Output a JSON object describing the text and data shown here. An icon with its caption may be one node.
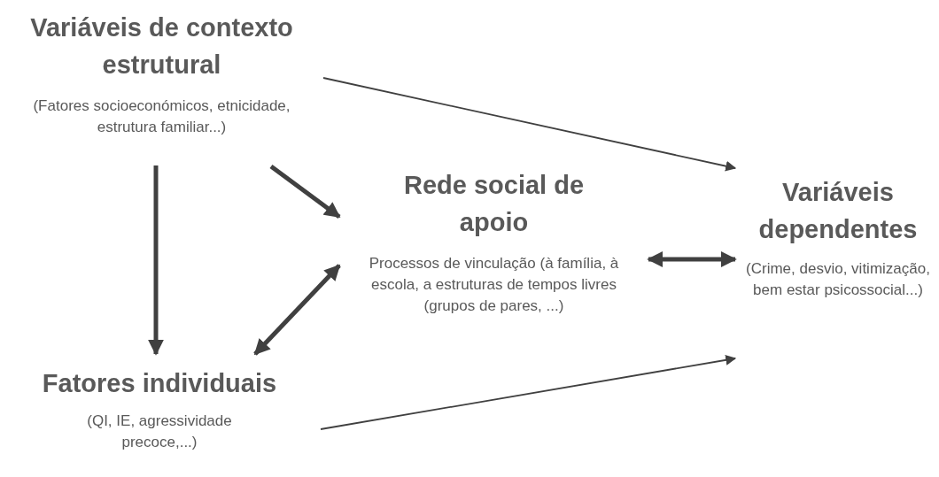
{
  "diagram": {
    "nodes": [
      {
        "text": [
          "Variáveis de contexto estrutural",
          "(Fatores socioeconómicos, etnicidade, estrutura familiar...)"
        ]
      },
      {
        "text": [
          "Rede social de apoio",
          "Processos de vinculação (à família, à escola, a estruturas de tempos livres (grupos de pares, ...)"
        ]
      },
      {
        "text": [
          "Variáveis dependentes",
          "(Crime, desvio, vitimização, bem estar psicossocial...)"
        ]
      },
      {
        "text": [
          "Fatores individuais",
          "(QI, IE, agressividade precoce,...)"
        ]
      }
    ],
    "edges": [
      {
        "from": 0,
        "to": 2,
        "arrow": "to"
      },
      {
        "from": 0,
        "to": 1,
        "arrow": "to"
      },
      {
        "from": 0,
        "to": 3,
        "arrow": "to"
      },
      {
        "from": 1,
        "to": 2,
        "arrow": "both"
      },
      {
        "from": 1,
        "to": 3,
        "arrow": "both"
      },
      {
        "from": 3,
        "to": 2,
        "arrow": "to"
      }
    ]
  }
}
